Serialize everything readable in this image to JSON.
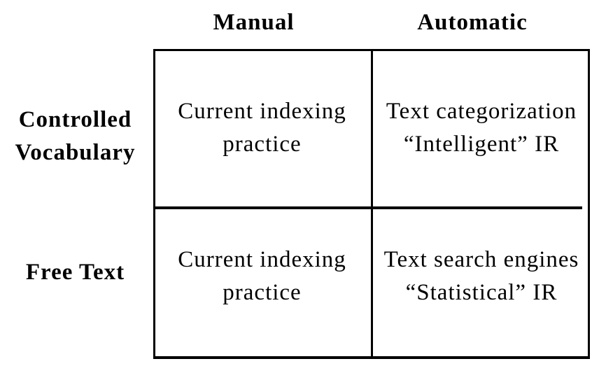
{
  "figure": {
    "background_color": "#ffffff",
    "line_color": "#000000",
    "text_color": "#000000"
  },
  "matrix": {
    "col_headers": [
      "Manual",
      "Automatic"
    ],
    "row_headers": [
      "Controlled\nVocabulary",
      "Free Text"
    ],
    "cells": [
      [
        "Current indexing\npractice",
        "Text categorization\n“Intelligent” IR"
      ],
      [
        "Current indexing\npractice",
        "Text search engines\n“Statistical” IR"
      ]
    ]
  }
}
